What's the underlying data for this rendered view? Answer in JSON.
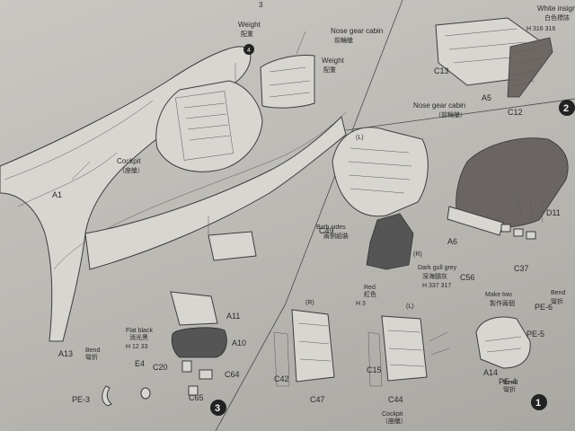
{
  "page_number": "3",
  "steps": [
    {
      "number": "1"
    },
    {
      "number": "2"
    },
    {
      "number": "3"
    },
    {
      "number": "4"
    }
  ],
  "labels": {
    "nose_gear_cabin_top": "Nose gear cabin",
    "nose_gear_cabin_top_cn": "前輪艙",
    "nose_gear_cabin_right": "Nose gear cabin",
    "nose_gear_cabin_right_cn": "（前輪艙）",
    "white_insignia": "White insignia",
    "white_insignia_cn": "白色標誌",
    "weight_1": "Weight",
    "weight_1_cn": "配重",
    "weight_2": "Weight",
    "weight_2_cn": "配重",
    "cockpit": "Cockpit",
    "cockpit_cn": "（座艙）",
    "cockpit_bottom": "Cockpit",
    "cockpit_bottom_cn": "（座艙）",
    "both_sides": "Both sides",
    "both_sides_cn": "兩側組裝",
    "dark_gull_grey": "Dark gull grey",
    "dark_gull_grey_cn": "深海鷗灰",
    "red": "Red",
    "red_cn": "紅色",
    "flat_black": "Flat black",
    "flat_black_cn": "消光黑",
    "make_two": "Make two",
    "make_two_cn": "製作兩個",
    "bend_1": "Bend",
    "bend_1_cn": "彎折",
    "bend_2": "Bend",
    "bend_2_cn": "彎折",
    "bend_3": "Bend",
    "bend_3_cn": "彎折",
    "L1": "(L)",
    "L2": "(L)",
    "R1": "(R)",
    "R2": "(R)"
  },
  "paint_codes": {
    "white": "H 316 316",
    "grey": "H 337 317",
    "red": "H 3",
    "black": "H 12 33"
  },
  "parts": [
    "A1",
    "A6",
    "A10",
    "A11",
    "A13",
    "A14",
    "C12",
    "C13",
    "C15",
    "C20",
    "C37",
    "C42",
    "C44",
    "C47",
    "C49",
    "C56",
    "C64",
    "C65",
    "D11",
    "E4",
    "PE-3",
    "PE-4",
    "PE-5",
    "PE-6",
    "A5"
  ]
}
